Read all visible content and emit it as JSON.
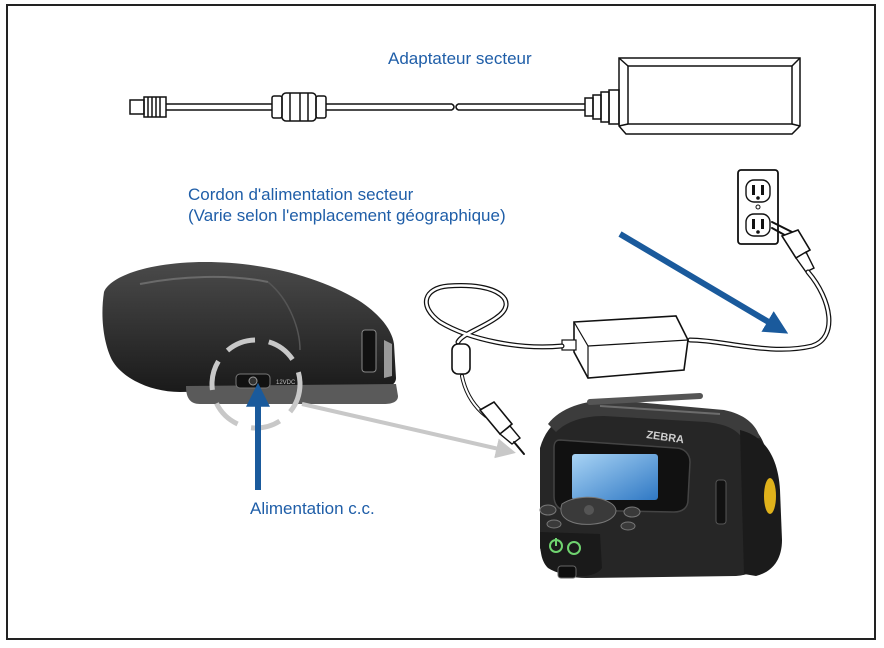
{
  "labels": {
    "adapter": "Adaptateur secteur",
    "cord_line1": "Cordon d'alimentation secteur",
    "cord_line2": "(Varie selon l'emplacement géographique)",
    "dc_input": "Alimentation c.c."
  },
  "device_text": {
    "brand": "ZEBRA",
    "port_label": "12VDC"
  },
  "colors": {
    "label_text": "#1f5ea8",
    "callout_arrow": "#1a5a9c",
    "highlight": "#c8c8c8",
    "device_body": "#2b2b2b",
    "accent_yellow": "#e0b21b",
    "power_green": "#6fd36f"
  }
}
